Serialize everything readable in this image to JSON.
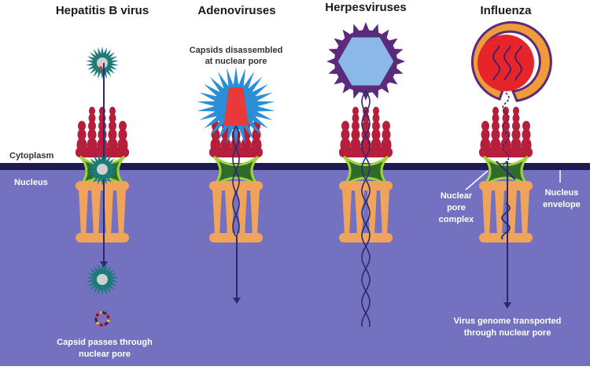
{
  "panels": [
    {
      "title": "Hepatitis B virus",
      "caption": [
        "Capsid passes through",
        "nuclear pore"
      ]
    },
    {
      "title": "Adenoviruses",
      "caption": [
        "Capsids disassembled",
        "at nuclear pore"
      ]
    },
    {
      "title": "Herpesviruses"
    },
    {
      "title": "Influenza",
      "caption": [
        "Virus genome transported",
        "through nuclear pore"
      ]
    }
  ],
  "regions": {
    "cytoplasm": "Cytoplasm",
    "nucleus": "Nucleus"
  },
  "labels": {
    "pore_complex": [
      "Nuclear",
      "pore",
      "complex"
    ],
    "envelope": [
      "Nucleus",
      "envelope"
    ]
  },
  "colors": {
    "nucleus": "#7472c0",
    "membrane": "#1e1a52",
    "pore_top": "#b51f3b",
    "pore_bottom": "#f0a35a",
    "pore_core": "#2f6b2a",
    "pore_rim": "#9fd13a",
    "hbv": "#1b7b78",
    "adeno": "#2a8fd6",
    "adeno_core": "#e83a3a",
    "herpes": "#5b2a7a",
    "herpes_core": "#8ab8e8",
    "influenza_shell": "#ef9a3b",
    "influenza_core": "#e8242b",
    "genome": "#2c2a6e"
  }
}
